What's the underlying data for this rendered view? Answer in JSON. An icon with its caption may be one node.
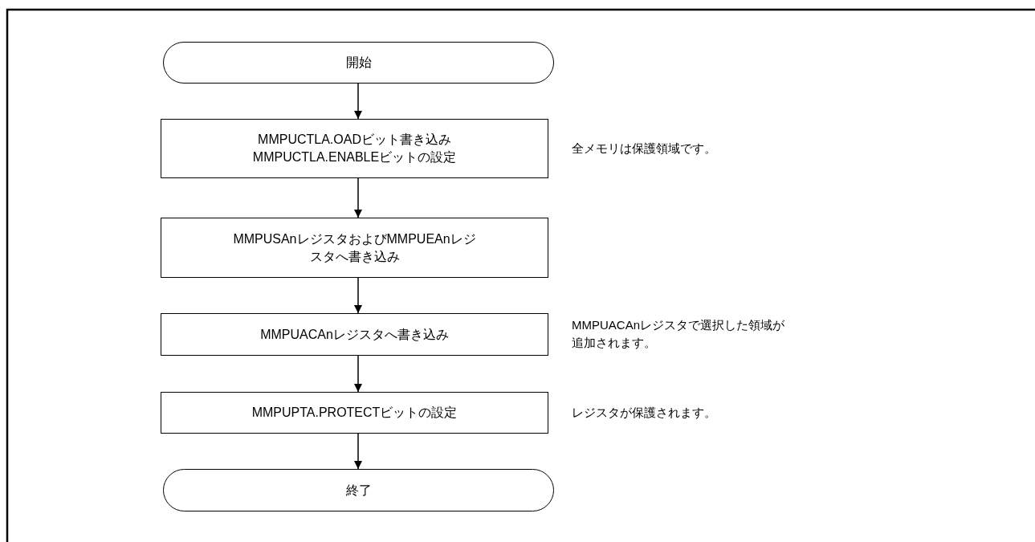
{
  "diagram": {
    "nodes": [
      {
        "text": [
          "開始"
        ]
      },
      {
        "text": [
          "MMPUCTLA.OADビット書き込みMMPUCTLA.ENABLEビットの設定"
        ],
        "beside": [
          "全メモリは保護領域です。"
        ]
      },
      {
        "text": [
          "MMPUSAnレジスタおよびMMPUEAnレジスタへ書き込み"
        ]
      },
      {
        "text": [
          "MMPUACAnレジスタへ書き込み"
        ],
        "beside": [
          "MMPUACAnレジスタで選択した領域が追加されます。"
        ]
      },
      {
        "text": [
          "MMPUPTA.PROTECTビットの設定"
        ],
        "beside": [
          "レジスタが保護されます。"
        ]
      },
      {
        "text": [
          "終了"
        ]
      }
    ],
    "edges": [
      {
        "from": 0,
        "to": 1,
        "arrow": "to"
      },
      {
        "from": 1,
        "to": 2,
        "arrow": "to"
      },
      {
        "from": 2,
        "to": 3,
        "arrow": "to"
      },
      {
        "from": 3,
        "to": 4,
        "arrow": "to"
      },
      {
        "from": 4,
        "to": 5,
        "arrow": "to"
      }
    ]
  }
}
